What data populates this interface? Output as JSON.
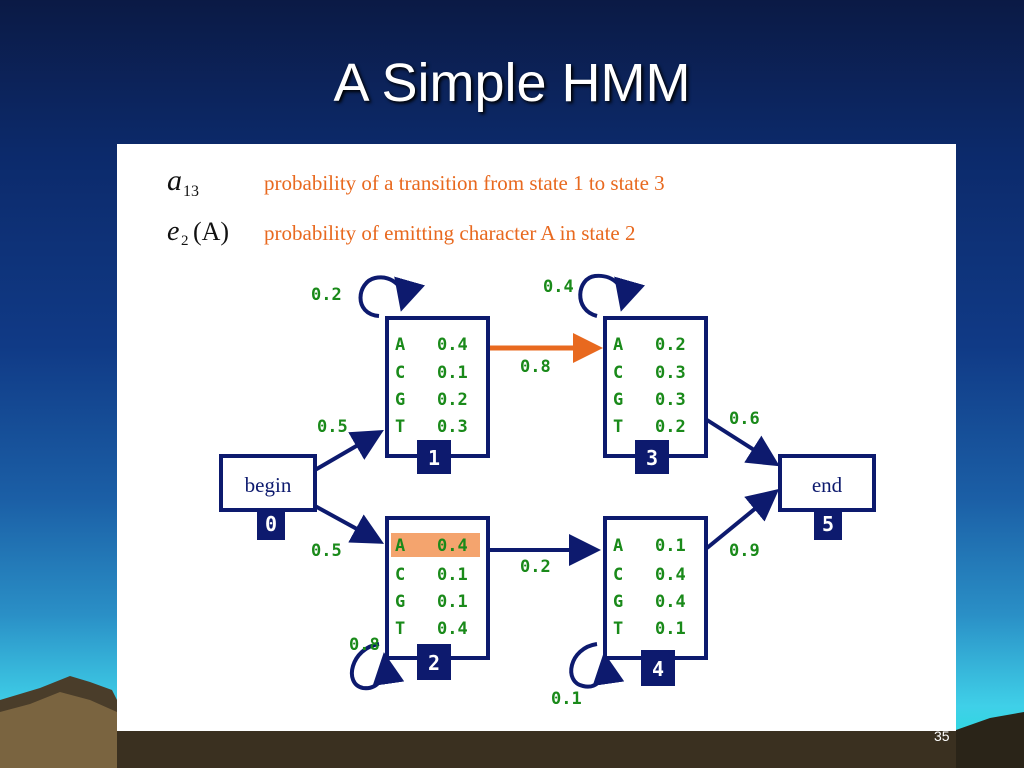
{
  "title": "A Simple HMM",
  "slide_number": "35",
  "legend": [
    {
      "symbol_main": "a",
      "symbol_sub": "13",
      "symbol_arg": "",
      "text": "probability of a transition from state 1 to state 3"
    },
    {
      "symbol_main": "e",
      "symbol_sub": "2",
      "symbol_arg": "(A)",
      "text": "probability of emitting character A in state 2"
    }
  ],
  "states": {
    "begin": {
      "name": "begin",
      "id": "0"
    },
    "end": {
      "name": "end",
      "id": "5"
    },
    "s1": {
      "id": "1",
      "emissions": [
        [
          "A",
          "0.4"
        ],
        [
          "C",
          "0.1"
        ],
        [
          "G",
          "0.2"
        ],
        [
          "T",
          "0.3"
        ]
      ]
    },
    "s2": {
      "id": "2",
      "emissions": [
        [
          "A",
          "0.4"
        ],
        [
          "C",
          "0.1"
        ],
        [
          "G",
          "0.1"
        ],
        [
          "T",
          "0.4"
        ]
      ]
    },
    "s3": {
      "id": "3",
      "emissions": [
        [
          "A",
          "0.2"
        ],
        [
          "C",
          "0.3"
        ],
        [
          "G",
          "0.3"
        ],
        [
          "T",
          "0.2"
        ]
      ]
    },
    "s4": {
      "id": "4",
      "emissions": [
        [
          "A",
          "0.1"
        ],
        [
          "C",
          "0.4"
        ],
        [
          "G",
          "0.4"
        ],
        [
          "T",
          "0.1"
        ]
      ]
    }
  },
  "transitions": {
    "begin_to_1": "0.5",
    "begin_to_2": "0.5",
    "s1_self": "0.2",
    "s1_to_3": "0.8",
    "s3_self": "0.4",
    "s3_to_end": "0.6",
    "s2_self": "0.8",
    "s2_to_4": "0.2",
    "s4_self": "0.1",
    "s4_to_end": "0.9"
  },
  "colors": {
    "background_top": "#0b1a45",
    "background_bottom": "#1ee0d8",
    "node_blue": "#0d1a6e",
    "highlight_orange": "#e8691f",
    "probability_green": "#1a8a1a"
  }
}
